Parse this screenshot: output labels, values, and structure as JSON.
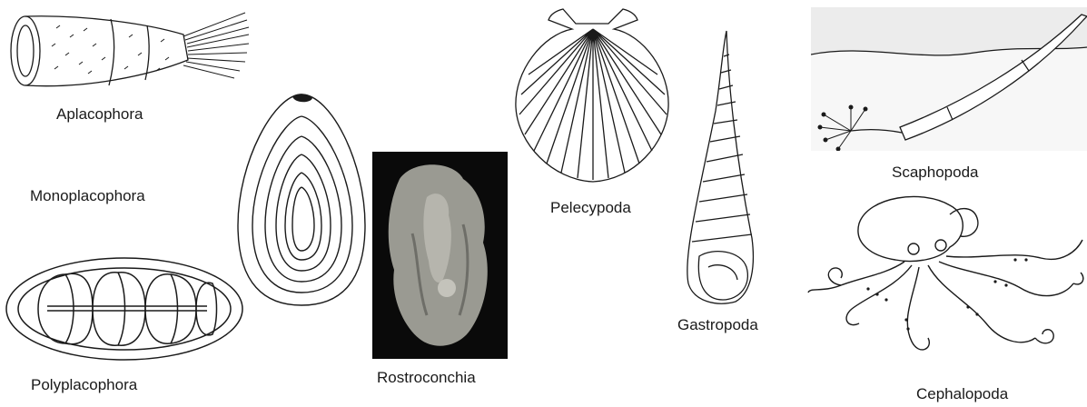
{
  "figure": {
    "labels": {
      "aplacophora": "Aplacophora",
      "monoplacophora": "Monoplacophora",
      "polyplacophora": "Polyplacophora",
      "rostroconchia": "Rostroconchia",
      "pelecypoda": "Pelecypoda",
      "gastropoda": "Gastropoda",
      "scaphopoda": "Scaphopoda",
      "cephalopoda": "Cephalopoda"
    },
    "colors": {
      "ink": "#1a1a1a",
      "photo_background": "#0a0a0a",
      "fossil": "#9a9a92",
      "scaphopod_panel": "#ececec"
    }
  }
}
